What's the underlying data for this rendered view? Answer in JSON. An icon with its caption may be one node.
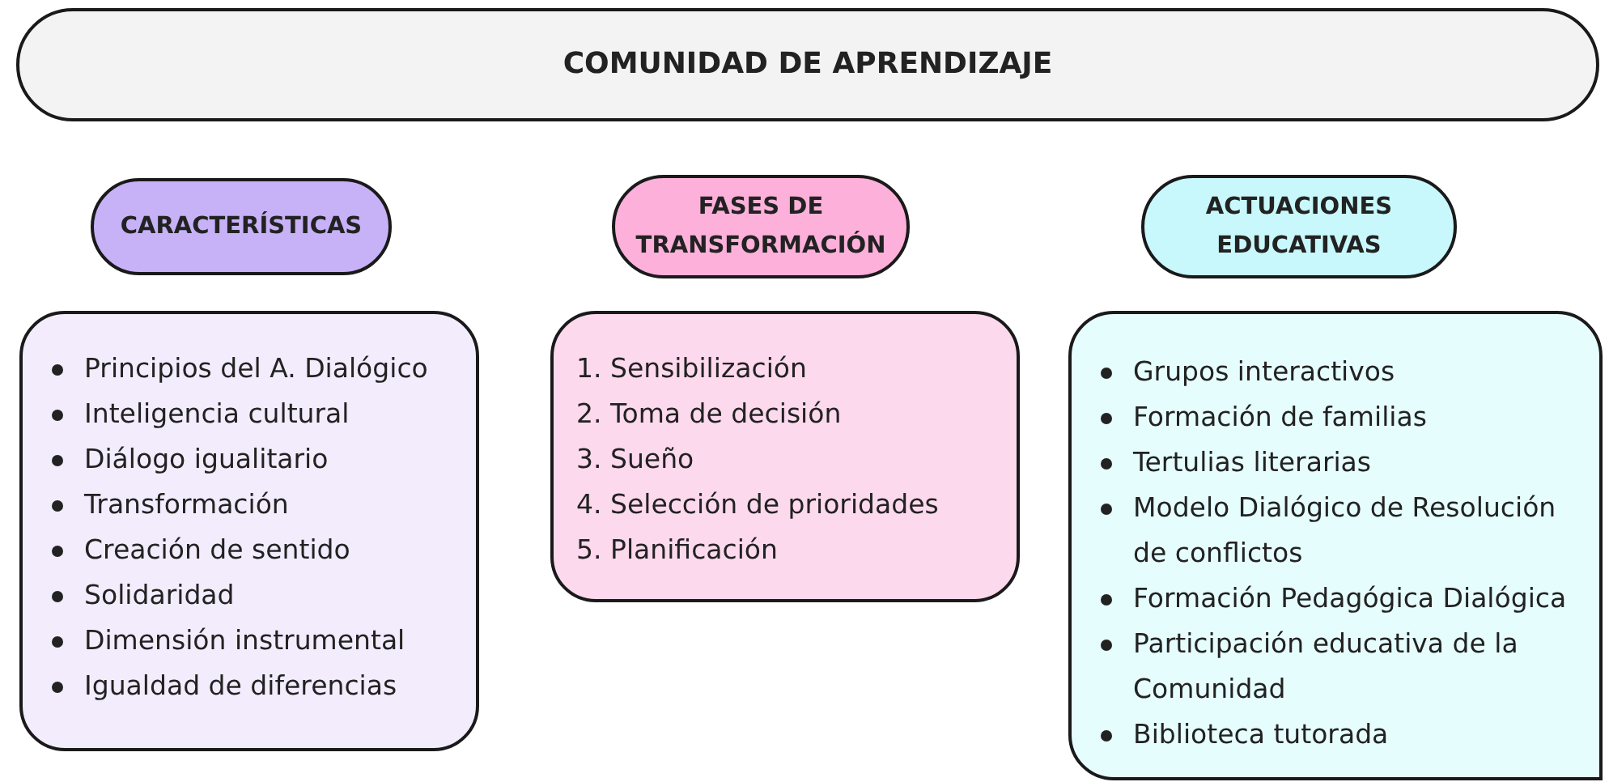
{
  "diagram": {
    "nodes": [
      {
        "text": [
          "COMUNIDAD DE APRENDIZAJE"
        ]
      },
      {
        "text": [
          "CARACTERÍSTICAS"
        ]
      },
      {
        "text": [
          "FASES DE TRANSFORMACIÓN"
        ]
      },
      {
        "text": [
          "ACTUACIONES EDUCATIVAS"
        ]
      },
      {
        "text": [
          "Principios del A. Dialógico",
          "Inteligencia cultural",
          "Diálogo igualitario",
          "Transformación",
          "Creación de sentido",
          "Solidaridad",
          "Dimensión instrumental",
          "Igualdad de diferencias"
        ]
      },
      {
        "text": [
          "1. Sensibilización",
          "2. Toma de decisión",
          "3. Sueño",
          "4. Selección de prioridades",
          "5. Planificación"
        ]
      },
      {
        "text": [
          "Grupos interactivos",
          "Formación de familias",
          "Tertulias literarias",
          "Modelo Dialógico de Resolución de conflictos",
          "Formación Pedagógica Dialógica",
          "Participación educativa de la Comunidad",
          "Biblioteca tutorada"
        ]
      }
    ],
    "edges": []
  }
}
